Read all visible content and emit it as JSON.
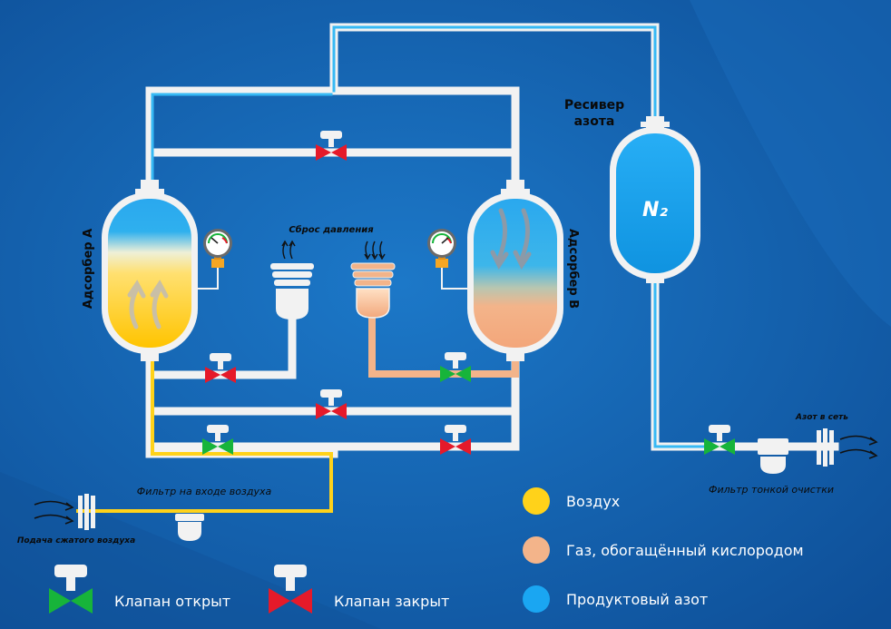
{
  "colors": {
    "background": "#1565b5",
    "pipe": "#f2f2f2",
    "air": "#ffd21a",
    "oxygen_gas": "#f3b48a",
    "nitrogen": "#1aa6f2",
    "valve_open": "#17b43a",
    "valve_closed": "#e51a2a"
  },
  "labels": {
    "receiver": [
      "Ресивер",
      "азота"
    ],
    "n2": "N₂",
    "adsorber_a": "Адсорбер А",
    "adsorber_b": "Адсорбер В",
    "pressure_release": "Сброс давления",
    "inlet_filter": "Фильтр на входе воздуха",
    "compressed_air": "Подача сжатого воздуха",
    "fine_filter": "Фильтр  тонкой очистки",
    "to_network": "Азот в сеть"
  },
  "legend": {
    "air": "Воздух",
    "oxygen_gas": "Газ, обогащённый кислородом",
    "nitrogen": "Продуктовый азот",
    "valve_open": "Клапан открыт",
    "valve_closed": "Клапан закрыт"
  }
}
